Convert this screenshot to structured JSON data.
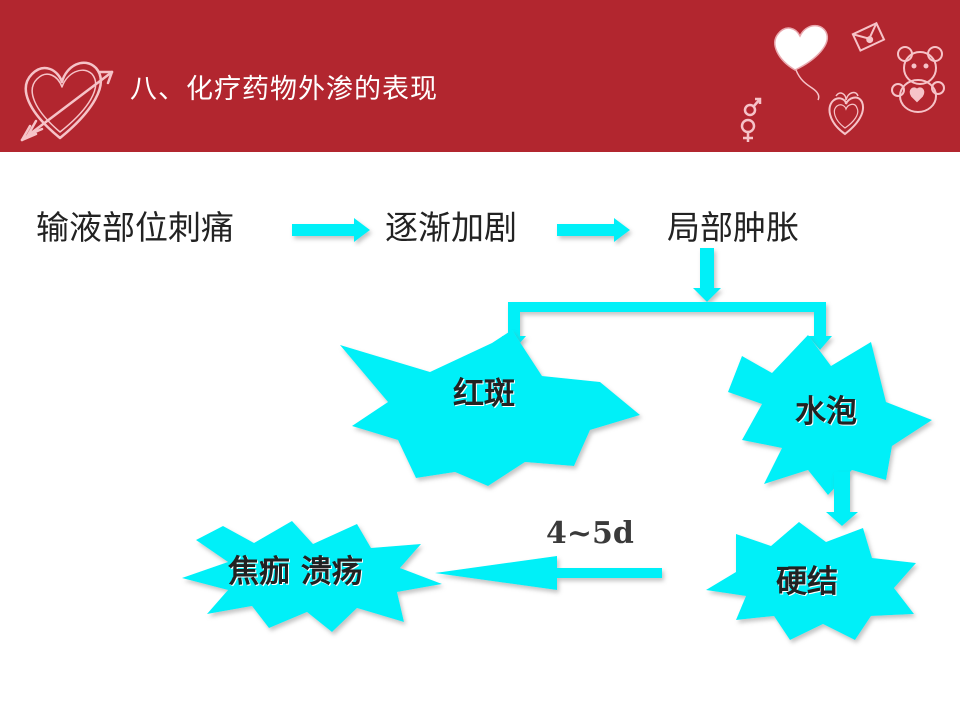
{
  "slide": {
    "title": "八、化疗药物外渗的表现"
  },
  "flow": {
    "steps": [
      "输液部位刺痛",
      "逐渐加剧",
      "局部肿胀"
    ],
    "outcomes": {
      "erythema": "红斑",
      "blister": "水泡",
      "induration": "硬结",
      "necrosis": "焦痂 溃疡"
    },
    "duration_label": "4~5d"
  },
  "colors": {
    "banner": "#b2262f",
    "accent": "#00f0f8",
    "text": "#222222",
    "deco_pink": "#f6c3c8"
  },
  "icons": [
    "heart-with-arrow-icon",
    "heart-balloon-icon",
    "envelope-icon",
    "teddy-bear-icon",
    "gender-symbols-icon",
    "heart-gift-box-icon"
  ]
}
